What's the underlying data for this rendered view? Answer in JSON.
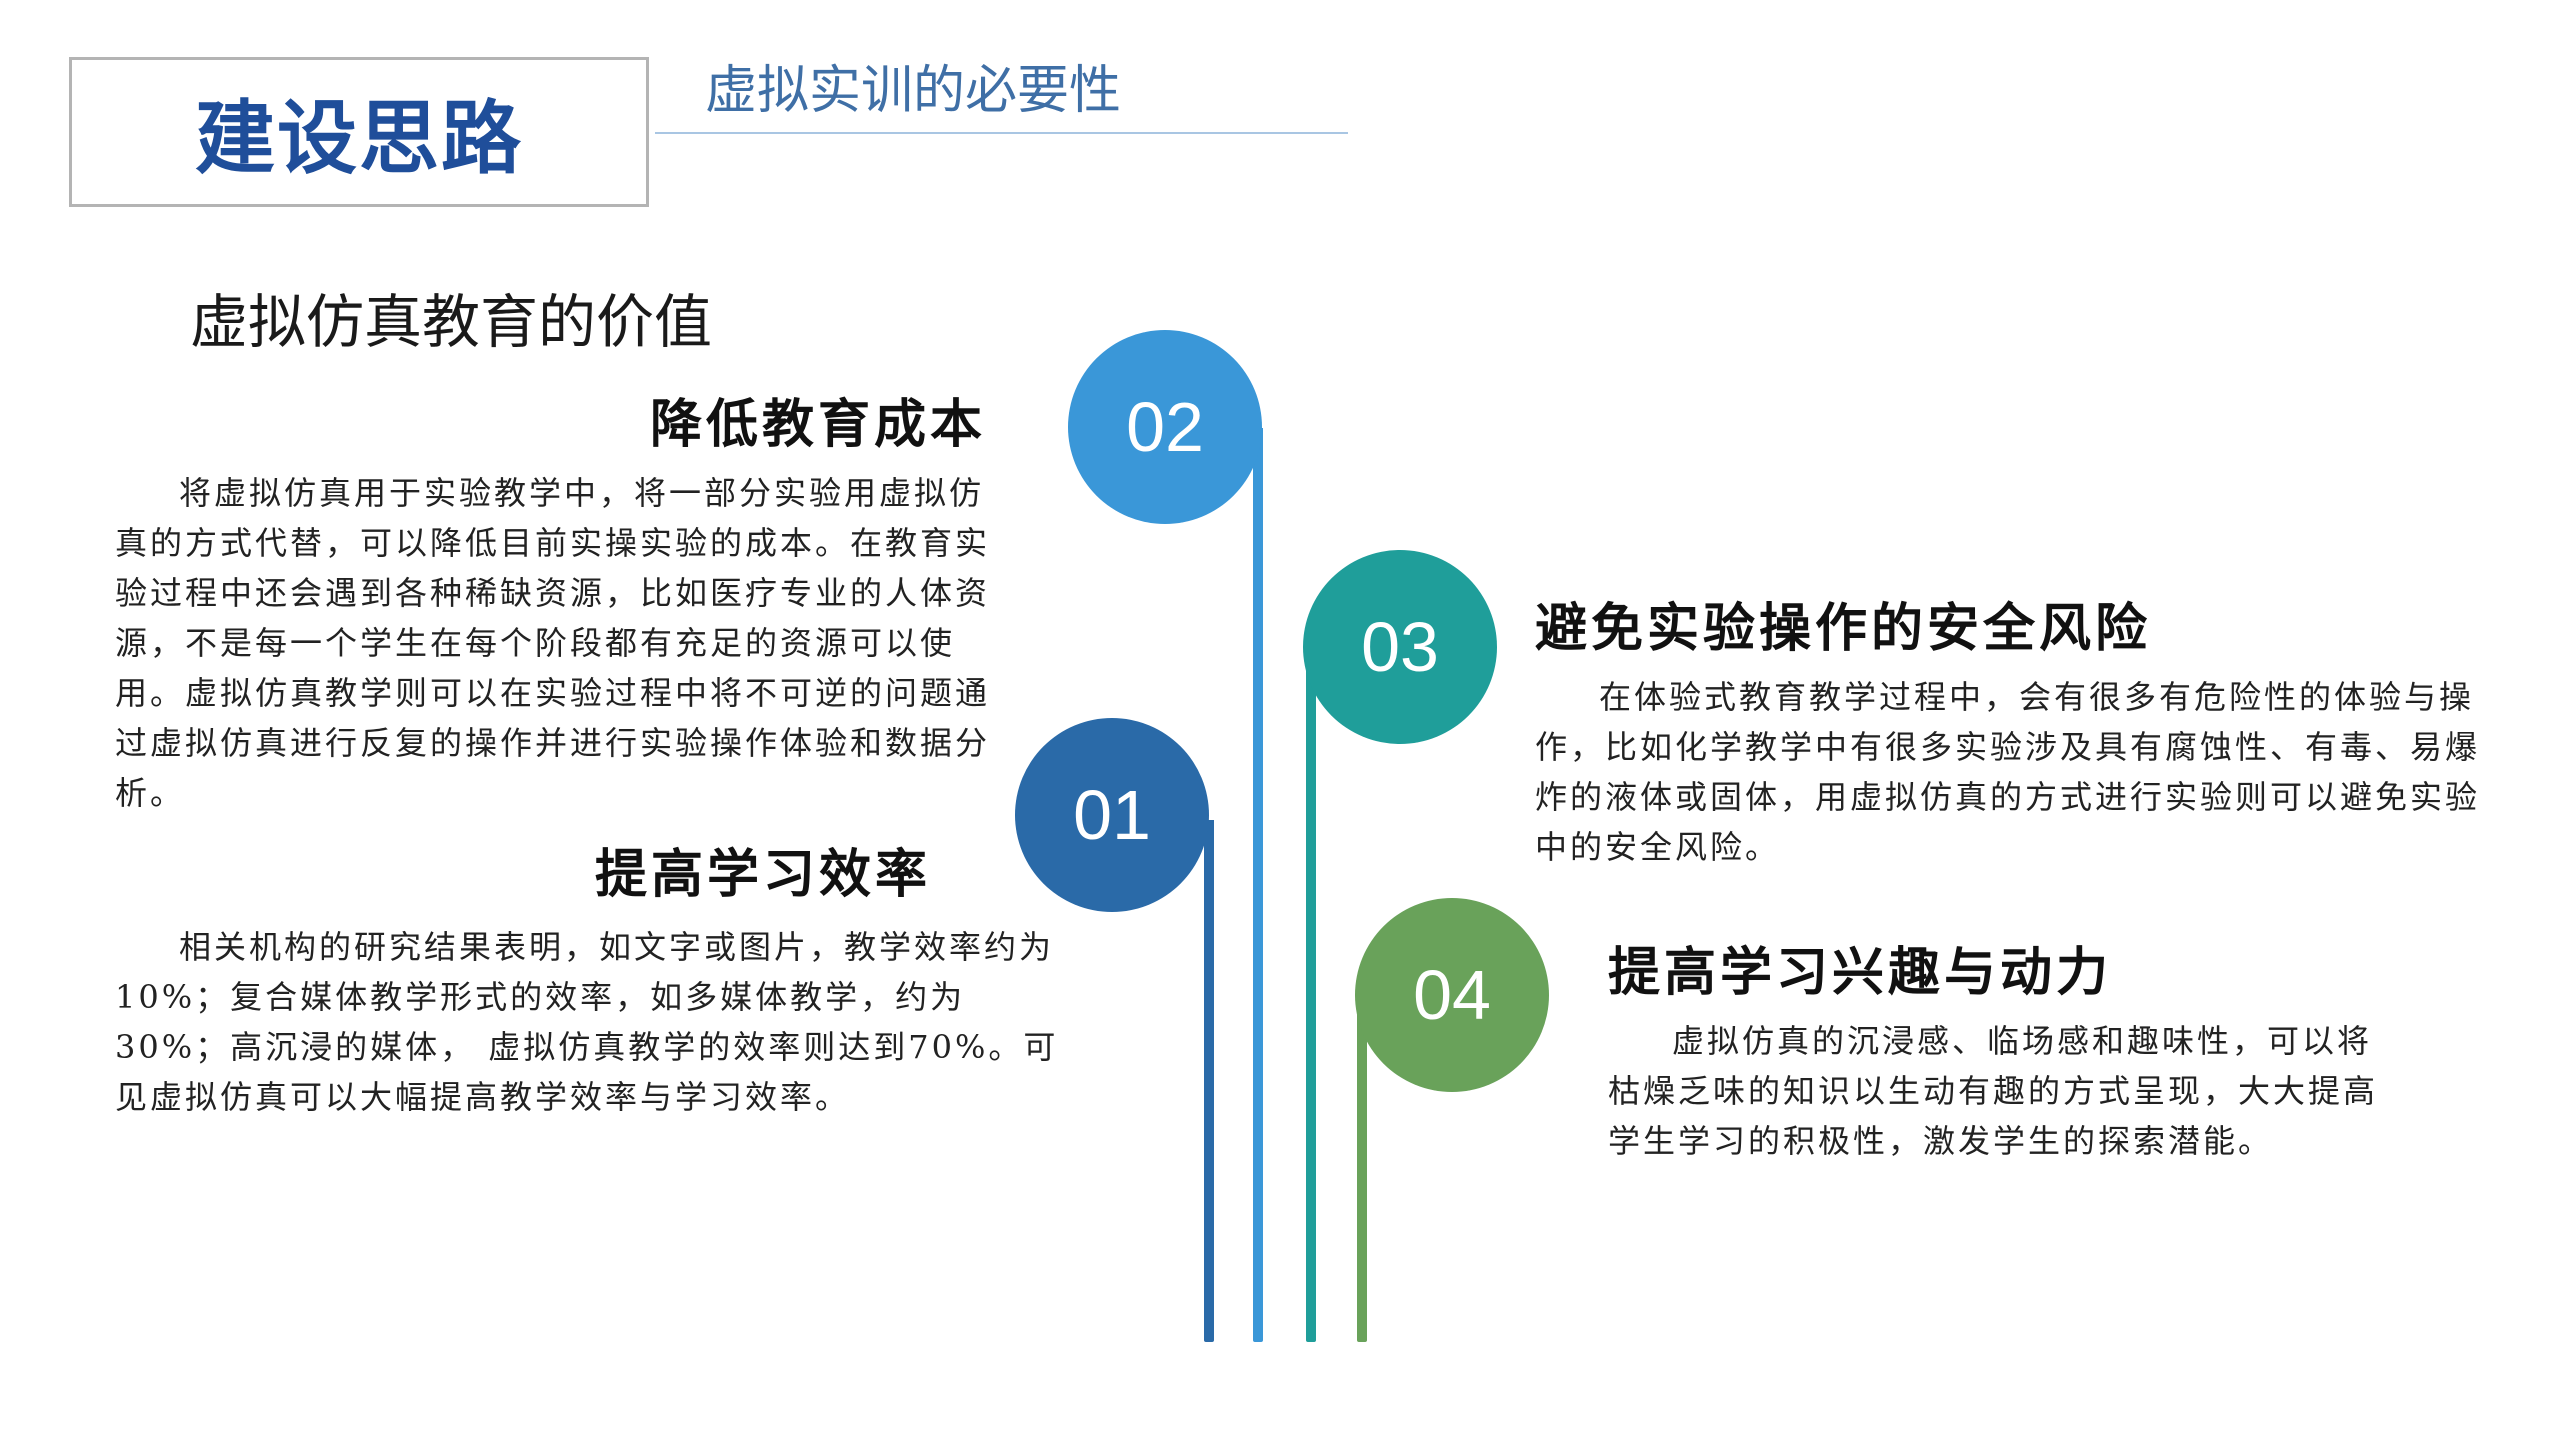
{
  "header": {
    "title": "建设思路",
    "subtitle": "虚拟实训的必要性"
  },
  "section_heading": "虚拟仿真教育的价值",
  "items": [
    {
      "number": "01",
      "title": "提高学习效率",
      "text": "相关机构的研究结果表明，如文字或图片，教学效率约为10%；复合媒体教学形式的效率，如多媒体教学，约为30%；高沉浸的媒体， 虚拟仿真教学的效率则达到70%。可见虚拟仿真可以大幅提高教学效率与学习效率。",
      "color": "#2a6aa8"
    },
    {
      "number": "02",
      "title": "降低教育成本",
      "text": "将虚拟仿真用于实验教学中，将一部分实验用虚拟仿真的方式代替，可以降低目前实操实验的成本。在教育实验过程中还会遇到各种稀缺资源，比如医疗专业的人体资源，不是每一个学生在每个阶段都有充足的资源可以使用。虚拟仿真教学则可以在实验过程中将不可逆的问题通过虚拟仿真进行反复的操作并进行实验操作体验和数据分析。",
      "color": "#3a97d8"
    },
    {
      "number": "03",
      "title": "避免实验操作的安全风险",
      "text": "在体验式教育教学过程中，会有很多有危险性的体验与操作，比如化学教学中有很多实验涉及具有腐蚀性、有毒、易爆炸的液体或固体，用虚拟仿真的方式进行实验则可以避免实验中的安全风险。",
      "color": "#1f9e9a"
    },
    {
      "number": "04",
      "title": "提高学习兴趣与动力",
      "text": "虚拟仿真的沉浸感、临场感和趣味性，可以将枯燥乏味的知识以生动有趣的方式呈现，大大提高学生学习的积极性，激发学生的探索潜能。",
      "color": "#69a25a"
    }
  ]
}
